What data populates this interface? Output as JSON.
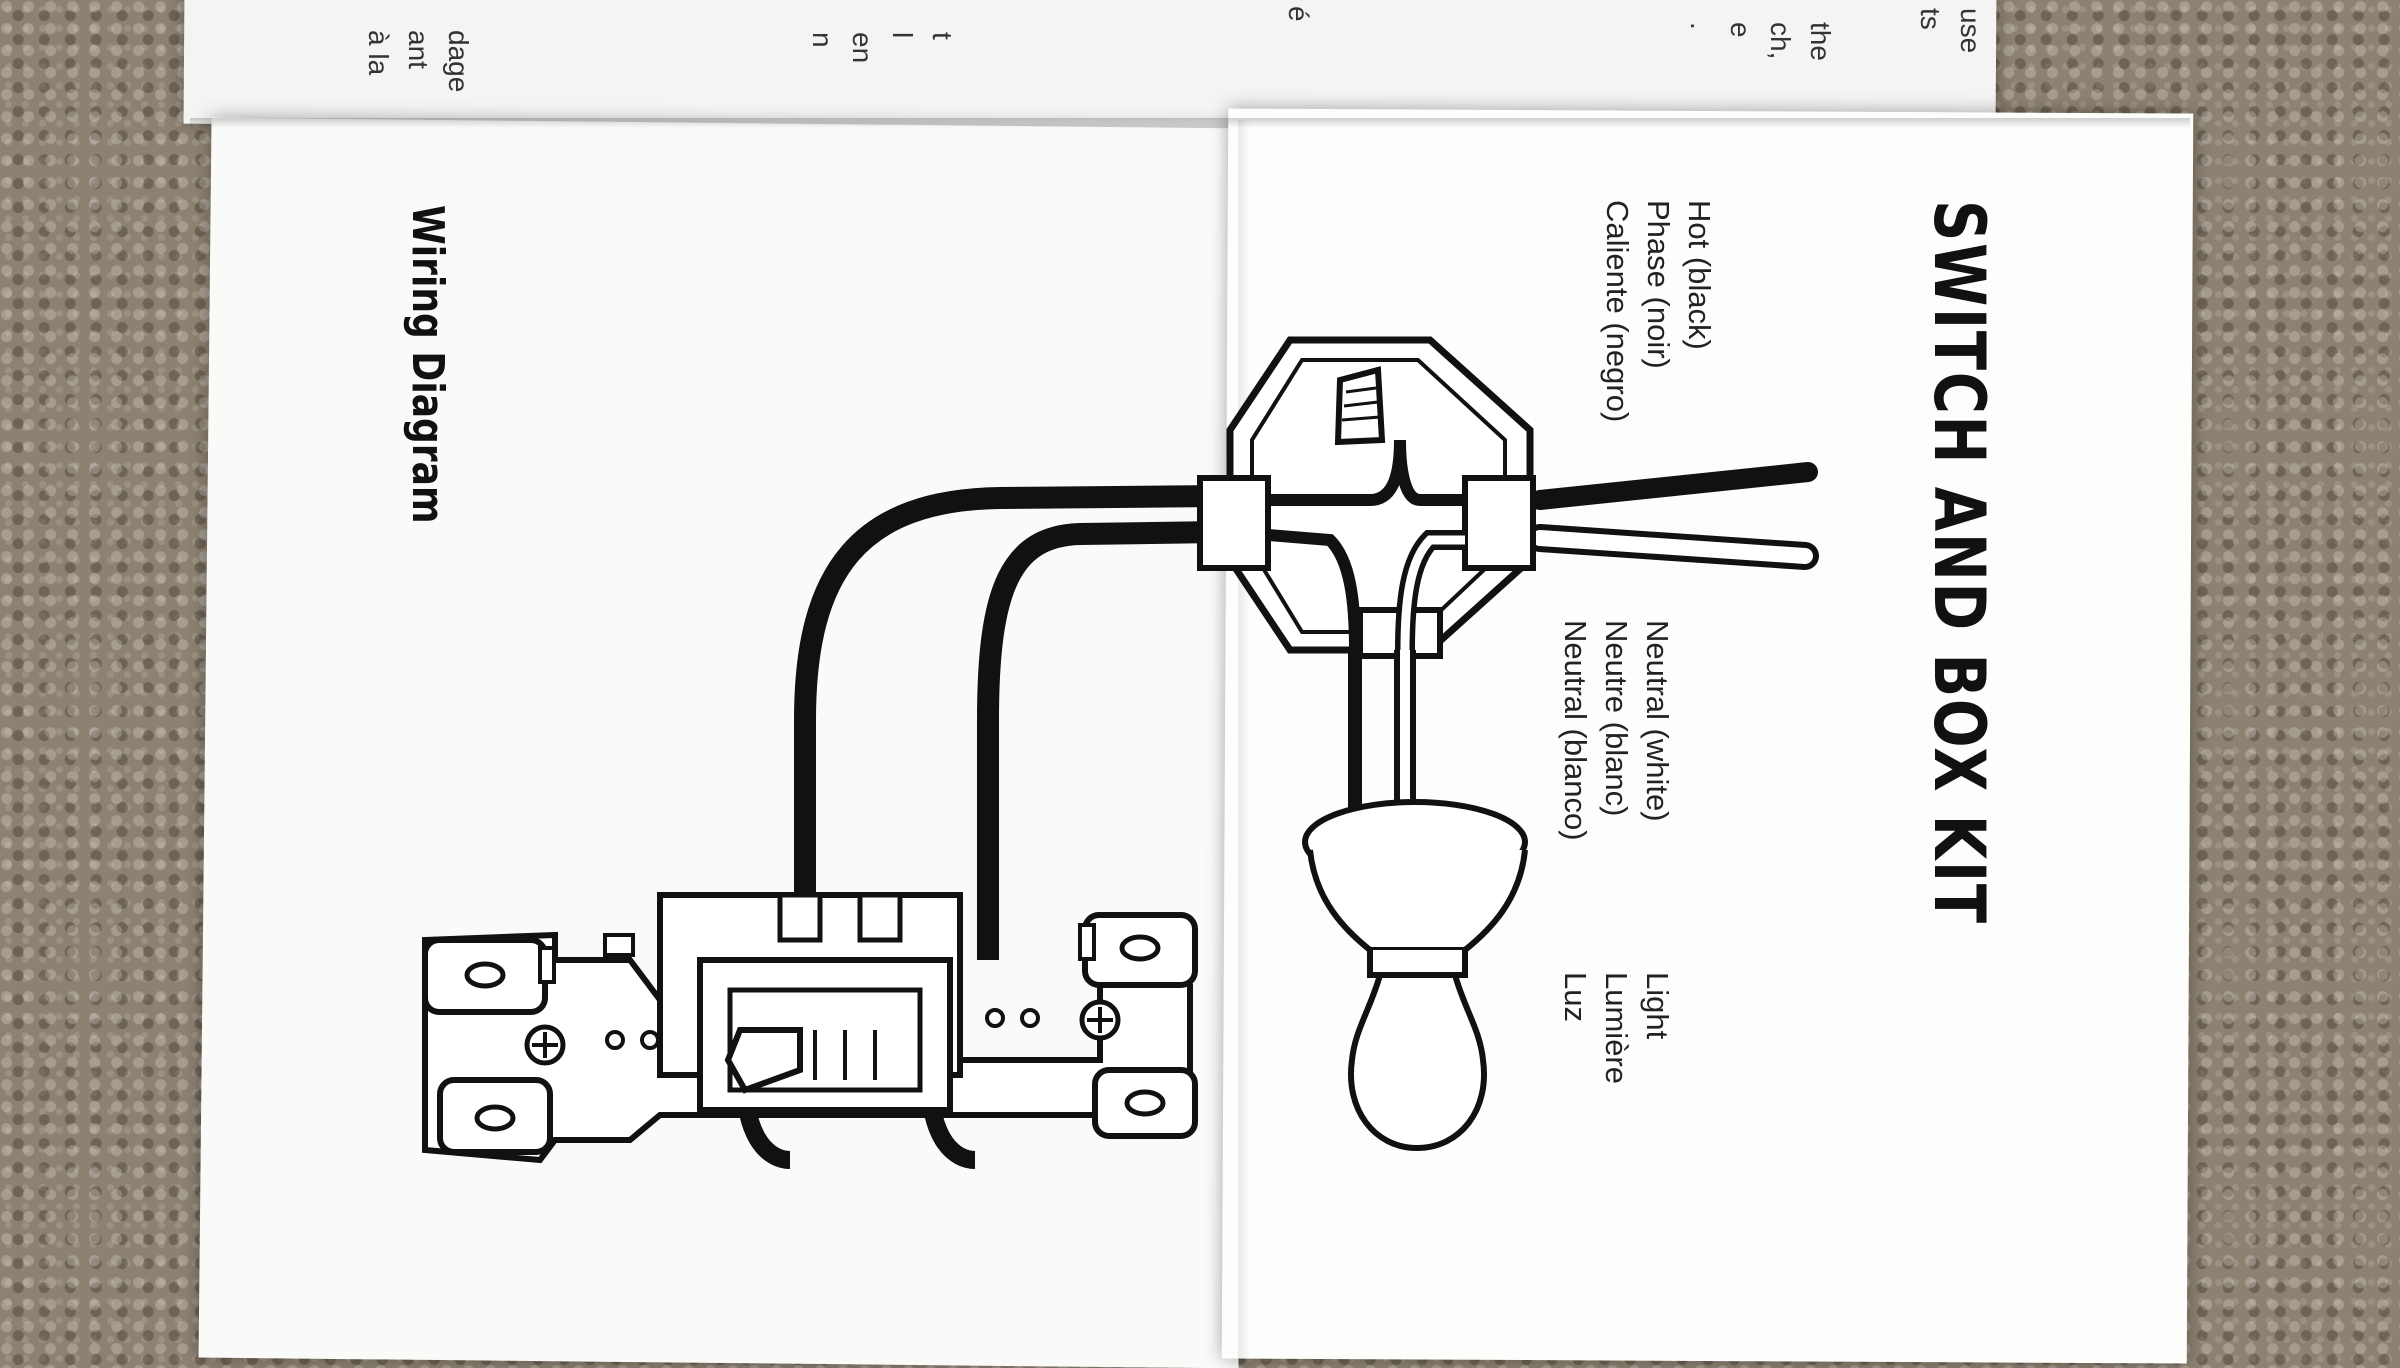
{
  "document": {
    "title": "SWITCH AND BOX KIT",
    "subtitle": "Wiring Diagram"
  },
  "labels": {
    "hot": [
      "Hot (black)",
      "Phase (noir)",
      "Caliente (negro)"
    ],
    "neutral": [
      "Neutral (white)",
      "Neutre (blanc)",
      "Neutral (blanco)"
    ],
    "light": [
      "Light",
      "Lumière",
      "Luz"
    ]
  },
  "fragments": {
    "top_right": [
      "use",
      "ts",
      "",
      "the",
      "ch,",
      "e",
      "."
    ],
    "top_right_2": [
      "é"
    ],
    "top_left": [
      "dage",
      "ant",
      "à la"
    ],
    "top_left_2": [
      "t",
      "l",
      "",
      "en",
      "n"
    ]
  },
  "colors": {
    "paper": "#fbfbf9",
    "ink": "#111111",
    "carpet": "#8d8272"
  }
}
